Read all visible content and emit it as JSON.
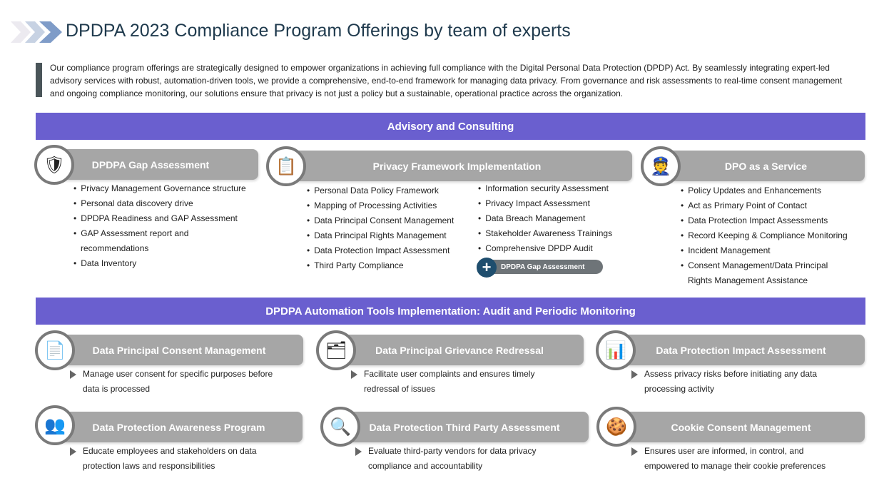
{
  "header": {
    "title": "DPDPA 2023 Compliance Program Offerings by team of experts"
  },
  "intro": "Our compliance program offerings are strategically designed to empower organizations in achieving full compliance with the Digital Personal Data Protection (DPDP) Act. By seamlessly integrating expert-led advisory services with robust, automation-driven tools, we provide a comprehensive, end-to-end framework for managing data privacy. From governance and risk assessments to real-time consent management and ongoing compliance monitoring, our solutions ensure that privacy is not just a policy but a sustainable, operational practice across the organization.",
  "advisory": {
    "banner": "Advisory and Consulting",
    "gap": {
      "title": "DPDPA Gap Assessment",
      "items": [
        "Privacy Management Governance structure",
        "Personal data discovery drive",
        "DPDPA Readiness and GAP Assessment",
        "GAP Assessment report and",
        "recommendations",
        "Data Inventory"
      ]
    },
    "privacy": {
      "title": "Privacy Framework Implementation",
      "col1": [
        "Personal Data Policy Framework",
        "Mapping of Processing Activities",
        "Data Principal Consent Management",
        "Data Principal Rights Management",
        "Data Protection Impact Assessment",
        "Third Party Compliance"
      ],
      "col2": [
        "Information security Assessment",
        "Privacy Impact Assessment",
        "Data Breach Management",
        "Stakeholder Awareness Trainings",
        "Comprehensive DPDP Audit"
      ],
      "extra": "DPDPA Gap Assessment"
    },
    "dpo": {
      "title": "DPO as a Service",
      "items": [
        "Policy Updates and Enhancements",
        "Act as Primary Point of Contact",
        "Data Protection Impact Assessments",
        "Record Keeping & Compliance Monitoring",
        "Incident Management",
        "Consent Management/Data Principal",
        "Rights Management Assistance"
      ]
    }
  },
  "automation": {
    "banner": "DPDPA Automation Tools Implementation: Audit and Periodic Monitoring",
    "cards": [
      {
        "title": "Data Principal Consent Management",
        "desc": "Manage user consent for specific purposes before data is processed"
      },
      {
        "title": "Data Principal Grievance Redressal",
        "desc": "Facilitate user complaints and ensures timely redressal of issues"
      },
      {
        "title": "Data Protection Impact Assessment",
        "desc": "Assess privacy risks before initiating any data processing activity"
      },
      {
        "title": "Data Protection Awareness Program",
        "desc": "Educate employees and stakeholders on data protection laws and responsibilities"
      },
      {
        "title": "Data Protection Third Party Assessment",
        "desc": "Evaluate third-party vendors for data privacy compliance and accountability"
      },
      {
        "title": "Cookie Consent Management",
        "desc": "Ensures user are informed, in control, and empowered to manage their cookie preferences"
      }
    ]
  }
}
